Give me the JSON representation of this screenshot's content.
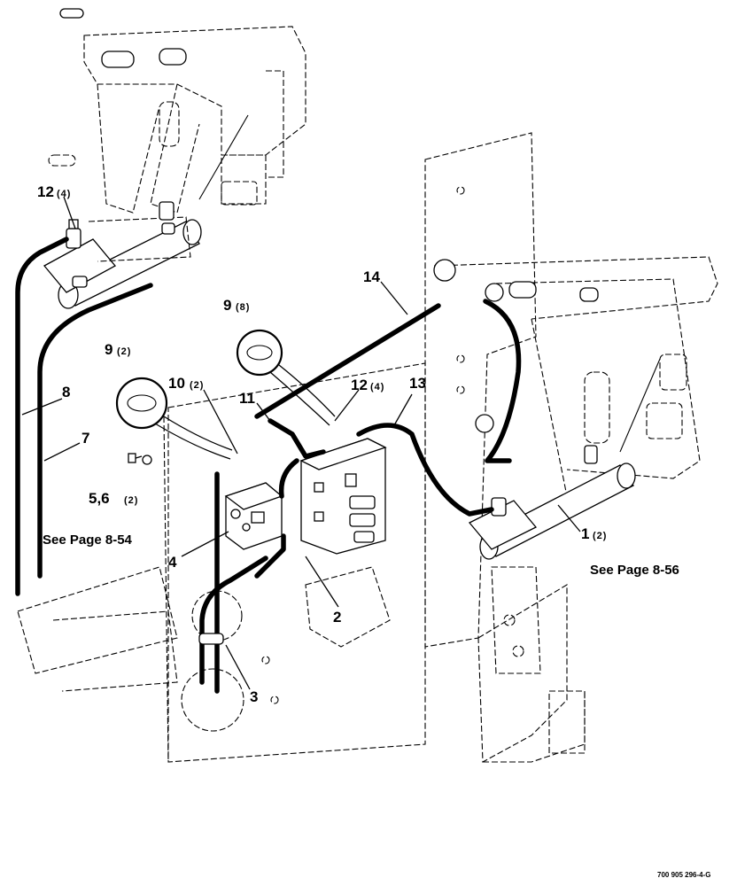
{
  "callouts": [
    {
      "num": "1",
      "qty": "(2)"
    },
    {
      "num": "2",
      "qty": ""
    },
    {
      "num": "3",
      "qty": ""
    },
    {
      "num": "4",
      "qty": ""
    },
    {
      "num": "5,6",
      "qty": "(2)"
    },
    {
      "num": "7",
      "qty": ""
    },
    {
      "num": "8",
      "qty": ""
    },
    {
      "num": "9",
      "qty": "(8)"
    },
    {
      "num": "9",
      "qty": "(2)"
    },
    {
      "num": "10",
      "qty": "(2)"
    },
    {
      "num": "11",
      "qty": ""
    },
    {
      "num": "12",
      "qty": "(4)"
    },
    {
      "num": "12",
      "qty": "(4)"
    },
    {
      "num": "13",
      "qty": ""
    },
    {
      "num": "14",
      "qty": ""
    }
  ],
  "references": {
    "valve": "See Page 8-54",
    "cylinder": "See Page 8-56"
  },
  "drawing_code": "700 905 296-4-G"
}
